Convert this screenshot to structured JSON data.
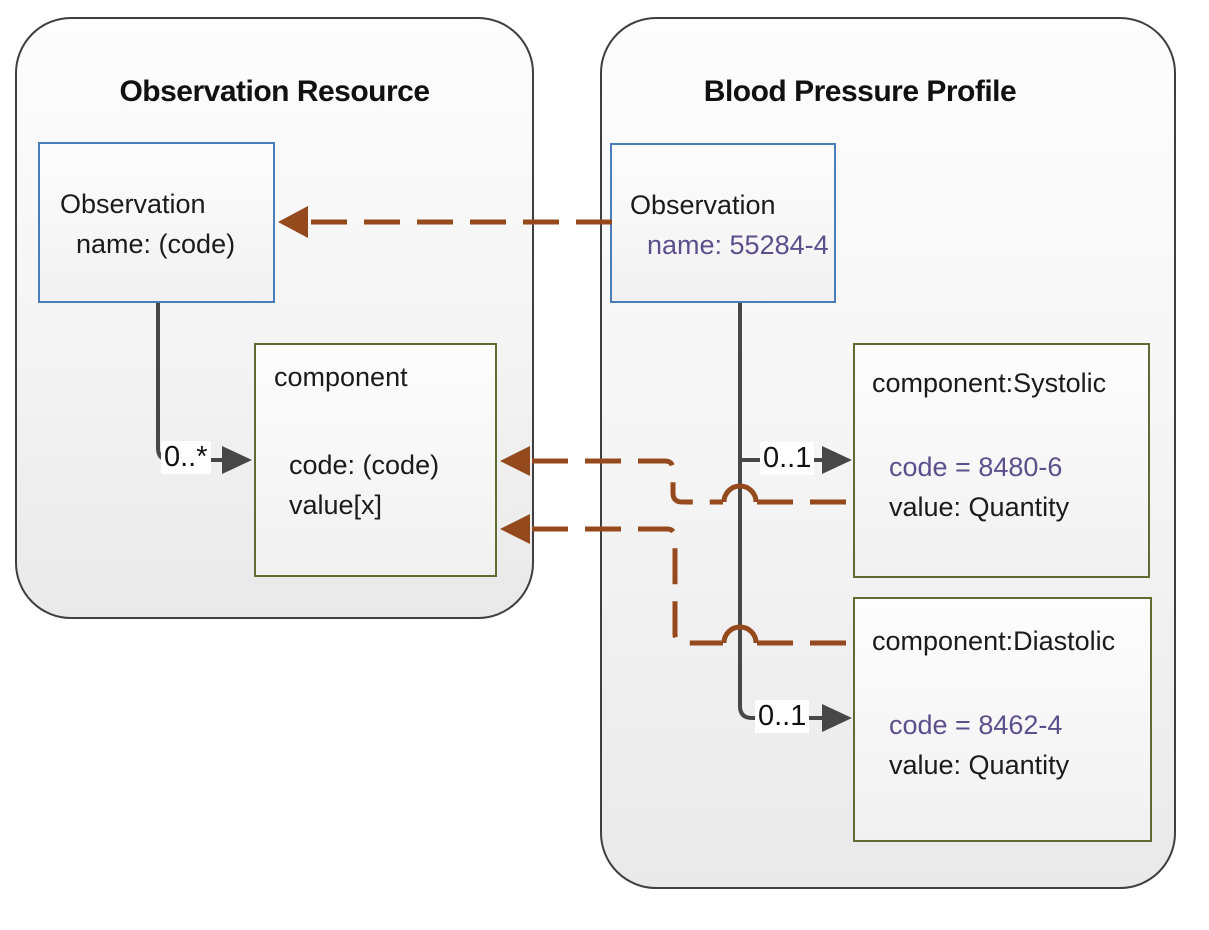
{
  "left_panel": {
    "title": "Observation Resource",
    "observation_box": {
      "line1": "Observation",
      "line2": "name: (code)"
    },
    "component_box": {
      "title": "component",
      "line1": "code: (code)",
      "line2": "value[x]"
    },
    "multiplicity": "0..*"
  },
  "right_panel": {
    "title": "Blood Pressure Profile",
    "observation_box": {
      "line1": "Observation",
      "line2": "name: 55284-4"
    },
    "systolic_box": {
      "title": "component:Systolic",
      "line1": "code = 8480-6",
      "line2": "value: Quantity"
    },
    "diastolic_box": {
      "title": "component:Diastolic",
      "line1": "code = 8462-4",
      "line2": "value: Quantity"
    },
    "systolic_multiplicity": "0..1",
    "diastolic_multiplicity": "0..1"
  },
  "colors": {
    "panel_border": "#3f3f3f",
    "element_border_blue": "#4a7ebb",
    "element_border_olive": "#5f6b33",
    "containment_line": "#474747",
    "derivation_line": "#954a1d",
    "fixed_value_text": "#5d4f8c"
  }
}
